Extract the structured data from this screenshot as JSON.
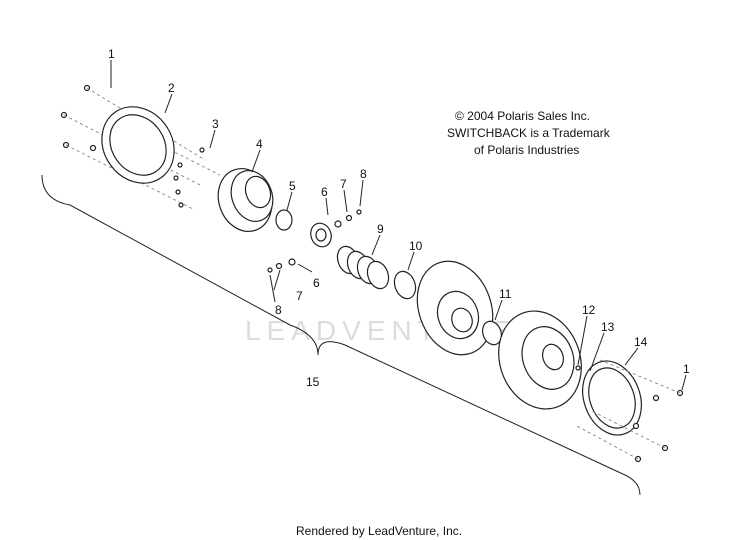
{
  "copyright": {
    "line1": "© 2004 Polaris Sales Inc.",
    "line2": "SWITCHBACK is a Trademark",
    "line3": "of Polaris Industries"
  },
  "footer": "Rendered by LeadVenture, Inc.",
  "watermark": "LEADVENTURE",
  "callouts": {
    "c1a": "1",
    "c2": "2",
    "c3": "3",
    "c4": "4",
    "c5": "5",
    "c6a": "6",
    "c7a": "7",
    "c8a": "8",
    "c9": "9",
    "c10": "10",
    "c6b": "6",
    "c7b": "7",
    "c8b": "8",
    "c11": "11",
    "c12": "12",
    "c13": "13",
    "c14": "14",
    "c1b": "1",
    "c15": "15"
  }
}
